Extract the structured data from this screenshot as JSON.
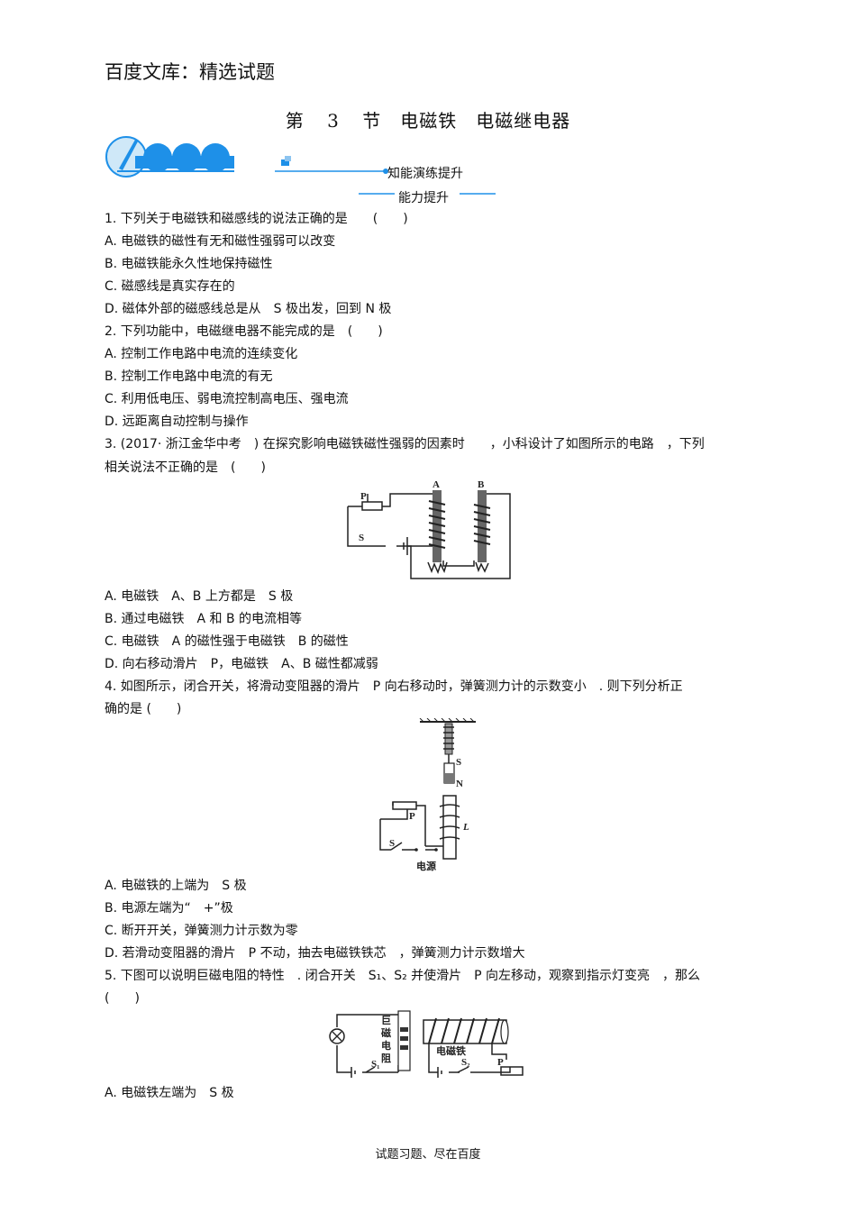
{
  "header": {
    "text": "百度文库：精选试题"
  },
  "title": {
    "text": "第 3 节　电磁铁　电磁继电器"
  },
  "banner": {
    "section_label": "知能演练提升",
    "sub_label": "能力提升",
    "colors": {
      "accent": "#1e90e8"
    }
  },
  "questions": [
    {
      "stem": [
        "1. 下列关于电磁铁和磁感线的说法正确的是　　(　　)"
      ],
      "options": [
        "A. 电磁铁的磁性有无和磁性强弱可以改变",
        "B. 电磁铁能永久性地保持磁性",
        "C. 磁感线是真实存在的",
        "D. 磁体外部的磁感线总是从　S 极出发，回到 N 极"
      ]
    },
    {
      "stem": [
        "2. 下列功能中，电磁继电器不能完成的是　(　　)"
      ],
      "options": [
        "A. 控制工作电路中电流的连续变化",
        "B. 控制工作电路中电流的有无",
        "C. 利用低电压、弱电流控制高电压、强电流",
        "D. 远距离自动控制与操作"
      ]
    },
    {
      "stem": [
        "3. (2017· 浙江金华中考　) 在探究影响电磁铁磁性强弱的因素时　　，小科设计了如图所示的电路　，下列",
        "相关说法不正确的是　(　　)"
      ],
      "figure_labels": [
        "P",
        "S",
        "A",
        "B"
      ],
      "options": [
        "A. 电磁铁　A、B 上方都是　S 极",
        "B. 通过电磁铁　A 和 B 的电流相等",
        "C. 电磁铁　A 的磁性强于电磁铁　B 的磁性",
        "D. 向右移动滑片　P，电磁铁　A、B 磁性都减弱"
      ]
    },
    {
      "stem": [
        "4. 如图所示，闭合开关，将滑动变阻器的滑片　P 向右移动时，弹簧测力计的示数变小　. 则下列分析正",
        "确的是 (　　)"
      ],
      "figure_labels": [
        "S",
        "N",
        "P",
        "L",
        "S",
        "电源"
      ],
      "options": [
        "A. 电磁铁的上端为　S 极",
        "B. 电源左端为“　+”极",
        "C. 断开开关，弹簧测力计示数为零",
        "D. 若滑动变阻器的滑片　P 不动，抽去电磁铁铁芯　，弹簧测力计示数增大"
      ]
    },
    {
      "stem": [
        "5. 下图可以说明巨磁电阻的特性　. 闭合开关　S₁、S₂ 并使滑片　P 向左移动，观察到指示灯变亮　，那么",
        "(　　)"
      ],
      "figure_labels": [
        "巨",
        "磁",
        "电",
        "阻",
        "S₁",
        "电磁铁",
        "S₂",
        "P"
      ],
      "options": [
        "A. 电磁铁左端为　S 极"
      ]
    }
  ],
  "footer": {
    "text": "试题习题、尽在百度"
  }
}
